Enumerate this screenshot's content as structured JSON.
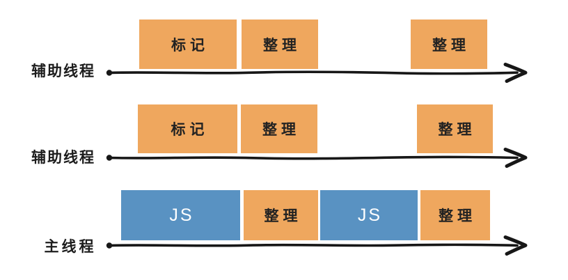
{
  "diagram": {
    "type": "timeline-diagram",
    "description_colors": {
      "gc_task_orange": "#EFA75E",
      "js_execution_blue": "#5992C2",
      "arrow_black": "#171717",
      "label_text": "#1C1C1C"
    },
    "rows": [
      {
        "label": "辅助线程",
        "blocks": [
          {
            "text": "标记",
            "kind": "gc-task"
          },
          {
            "text": "整理",
            "kind": "gc-task"
          },
          {
            "text": "整理",
            "kind": "gc-task"
          }
        ]
      },
      {
        "label": "辅助线程",
        "blocks": [
          {
            "text": "标记",
            "kind": "gc-task"
          },
          {
            "text": "整理",
            "kind": "gc-task"
          },
          {
            "text": "整理",
            "kind": "gc-task"
          }
        ]
      },
      {
        "label": "主线程",
        "blocks": [
          {
            "text": "JS",
            "kind": "js-execution"
          },
          {
            "text": "整理",
            "kind": "gc-task"
          },
          {
            "text": "JS",
            "kind": "js-execution"
          },
          {
            "text": "整理",
            "kind": "gc-task"
          }
        ]
      }
    ]
  }
}
